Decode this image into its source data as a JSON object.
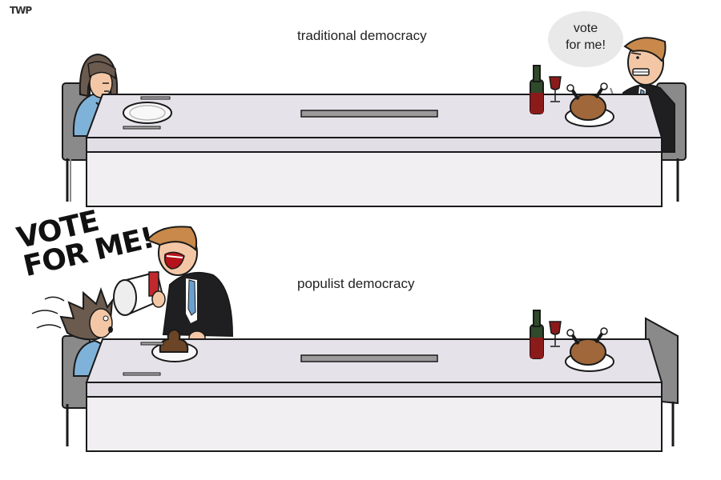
{
  "cartoon": {
    "signature": "TWP",
    "panel_top": {
      "caption": "traditional democracy",
      "speech_line1": "vote",
      "speech_line2": "for me!"
    },
    "panel_bottom": {
      "caption": "populist democracy",
      "shout_line1": "VOTE",
      "shout_line2": "FOR ME!"
    }
  },
  "colors": {
    "table_top": "#e6e2ea",
    "table_side": "#f1eff2",
    "outline": "#1a1a1a",
    "chair": "#8a8a8a",
    "wine": "#8b1a1a",
    "bottle": "#2f4a2a",
    "turkey": "#a0673a",
    "suit": "#1f1f22",
    "tie": "#6a9fd0",
    "hair_man": "#c9894a",
    "hair_woman": "#6b5a4e",
    "shirt_woman": "#7fb2d8",
    "poop": "#6b4526",
    "megaphone_red": "#c0282d"
  }
}
